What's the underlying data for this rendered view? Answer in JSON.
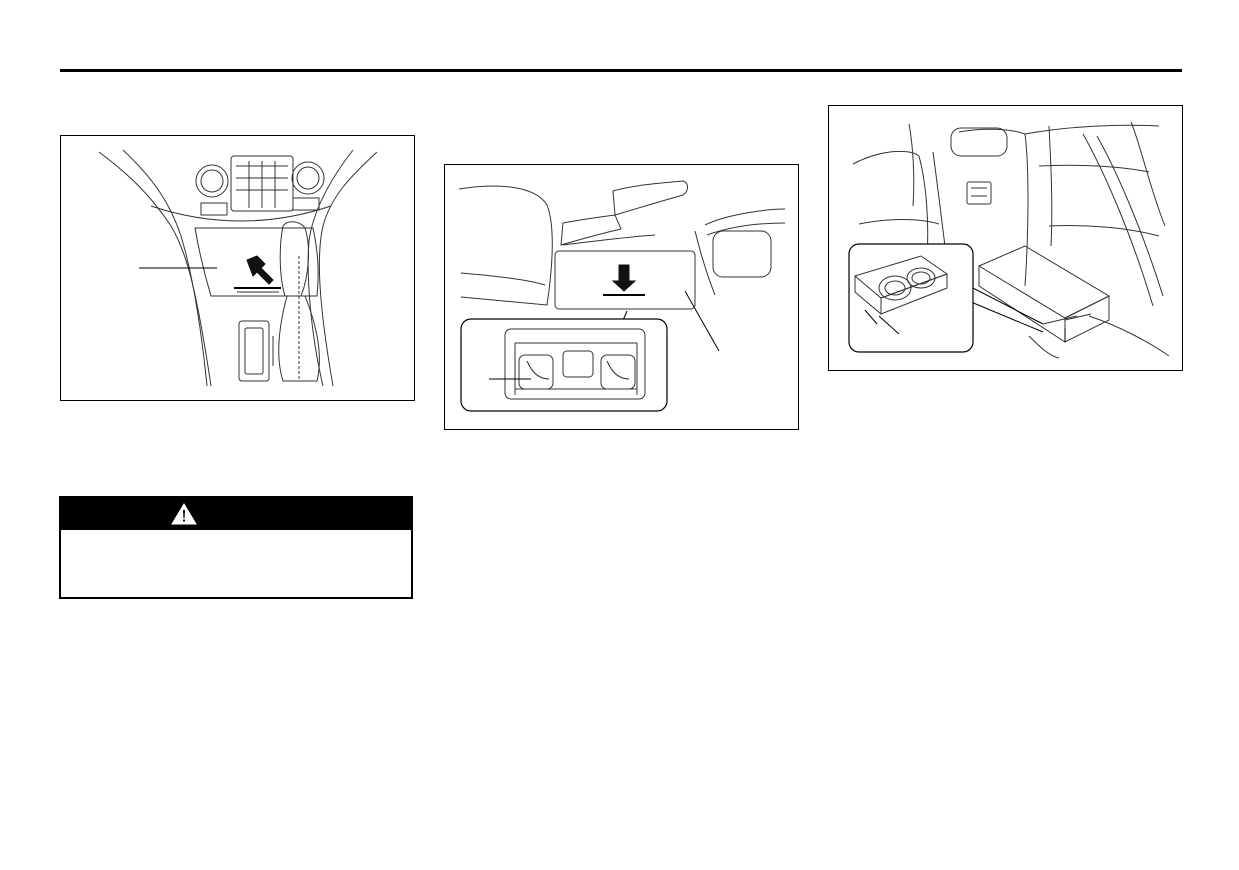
{
  "page": {
    "figures": [
      {
        "id": "fig-1",
        "icon": "center-console-cupholder-illustration"
      },
      {
        "id": "fig-2",
        "icon": "rear-console-cupholder-illustration"
      },
      {
        "id": "fig-3",
        "icon": "rear-armrest-cupholder-illustration"
      }
    ],
    "warning": {
      "icon": "warning-triangle-icon",
      "body_text": ""
    }
  }
}
